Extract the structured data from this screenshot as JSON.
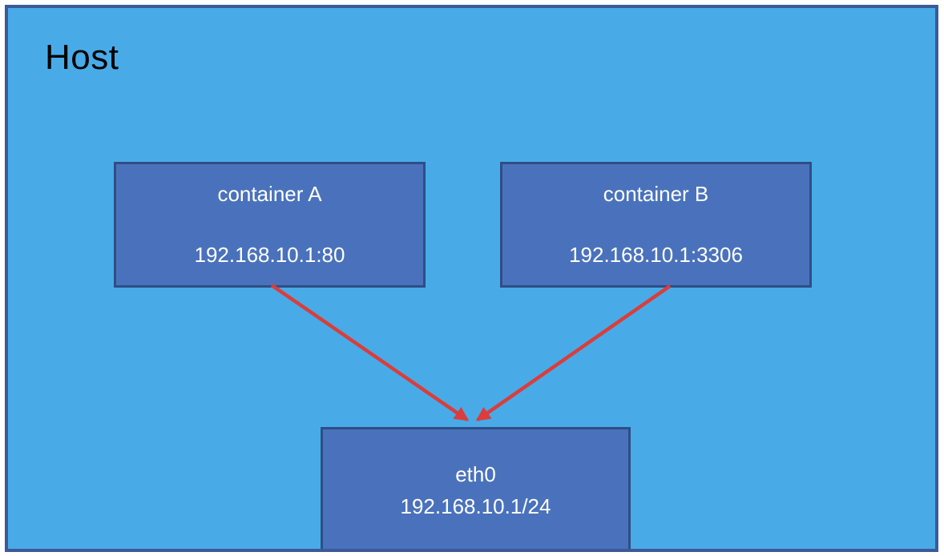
{
  "colors": {
    "host-fill": "#48ABE7",
    "host-border": "#3C5A97",
    "node-fill": "#4A72BC",
    "node-border": "#2E4E86",
    "node-text": "#FFFFFF",
    "host-label-text": "#000000",
    "arrow": "#D93E3C"
  },
  "host": {
    "label": "Host"
  },
  "nodes": {
    "container_a": {
      "title": "container A",
      "address": "192.168.10.1:80"
    },
    "container_b": {
      "title": "container B",
      "address": "192.168.10.1:3306"
    },
    "eth0": {
      "title": "eth0",
      "address": "192.168.10.1/24"
    }
  },
  "edges": [
    {
      "from": "container A",
      "to": "eth0"
    },
    {
      "from": "container B",
      "to": "eth0"
    }
  ]
}
